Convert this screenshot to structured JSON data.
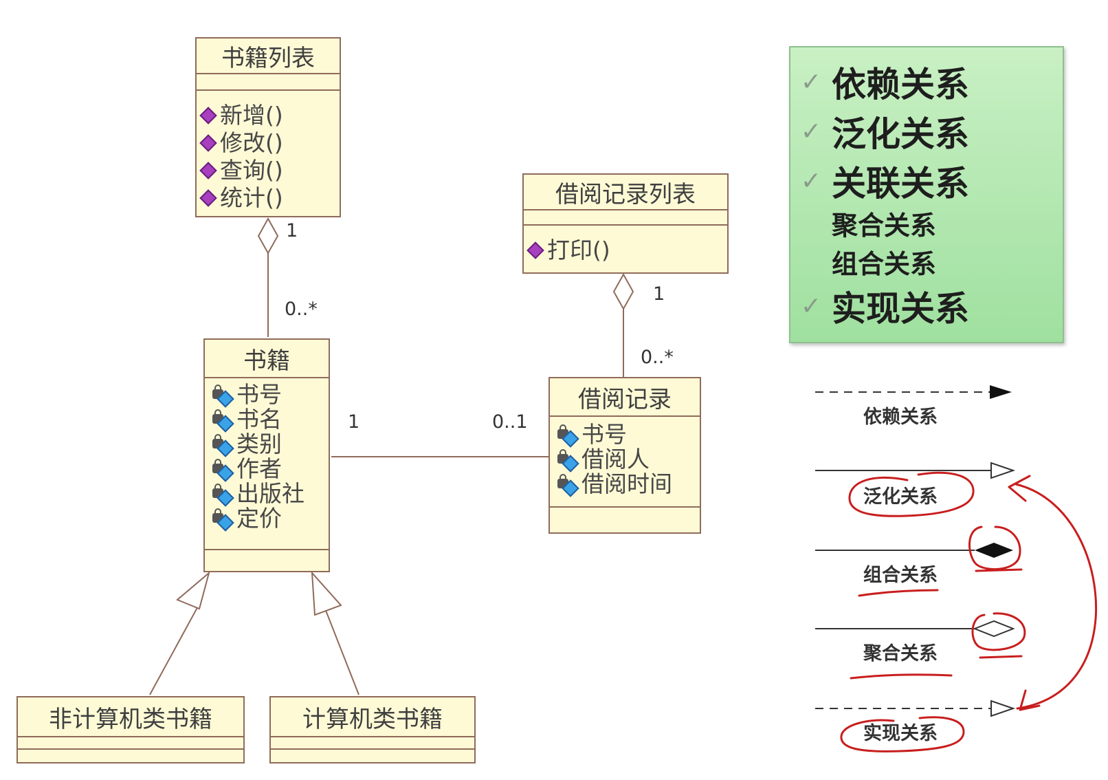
{
  "classes": {
    "book_list": {
      "name": "书籍列表",
      "operations": [
        "新增()",
        "修改()",
        "查询()",
        "统计()"
      ]
    },
    "book": {
      "name": "书籍",
      "attributes": [
        "书号",
        "书名",
        "类别",
        "作者",
        "出版社",
        "定价"
      ]
    },
    "borrow_record_list": {
      "name": "借阅记录列表",
      "operations": [
        "打印()"
      ]
    },
    "borrow_record": {
      "name": "借阅记录",
      "attributes": [
        "书号",
        "借阅人",
        "借阅时间"
      ]
    },
    "non_computer_book": {
      "name": "非计算机类书籍"
    },
    "computer_book": {
      "name": "计算机类书籍"
    }
  },
  "multiplicities": {
    "book_list_end": "1",
    "book_end_agg": "0..*",
    "record_list_end": "1",
    "record_end_agg": "0..*",
    "book_assoc": "1",
    "record_assoc": "0..1"
  },
  "legend": {
    "items": [
      {
        "check": "✓",
        "label": "依赖关系"
      },
      {
        "check": "✓",
        "label": "泛化关系"
      },
      {
        "check": "✓",
        "label": "关联关系"
      },
      {
        "check": "",
        "label": "聚合关系"
      },
      {
        "check": "",
        "label": "组合关系"
      },
      {
        "check": "✓",
        "label": "实现关系"
      }
    ]
  },
  "relation_key": {
    "dependency": "依赖关系",
    "generalization": "泛化关系",
    "composition": "组合关系",
    "aggregation": "聚合关系",
    "realization": "实现关系"
  },
  "colors": {
    "class_fill": "#fefad6",
    "class_border": "#8f6a5a",
    "annotation": "#c81e1e",
    "legend_fill": "#b7e8b2"
  }
}
